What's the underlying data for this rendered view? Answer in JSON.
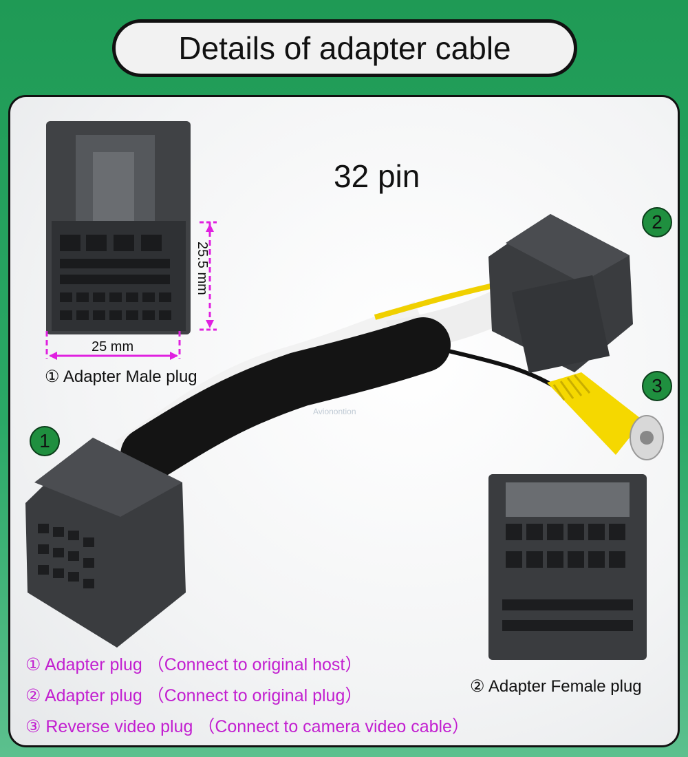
{
  "title": "Details of adapter cable",
  "pin_count": "32 pin",
  "dimensions": {
    "height": "25.5 mm",
    "width": "25 mm"
  },
  "labels": {
    "male_plug": "①  Adapter Male plug",
    "female_plug": "② Adapter Female plug"
  },
  "badges": {
    "one": "1",
    "two": "2",
    "three": "3"
  },
  "legend": [
    "①  Adapter plug （Connect to original host）",
    "② Adapter plug （Connect to original plug）",
    "③ Reverse video plug （Connect to camera video cable）"
  ],
  "watermark": "Avionontion",
  "colors": {
    "background": "#2aa866",
    "legend_text": "#c21fd0",
    "dimension_lines": "#e020e0",
    "badge": "#1f8f3f",
    "connector": "#3a3c3f",
    "rca_plug": "#f5d800",
    "wire_yellow": "#f0d000",
    "wire_white": "#f2f2f2",
    "sleeve": "#141414"
  }
}
